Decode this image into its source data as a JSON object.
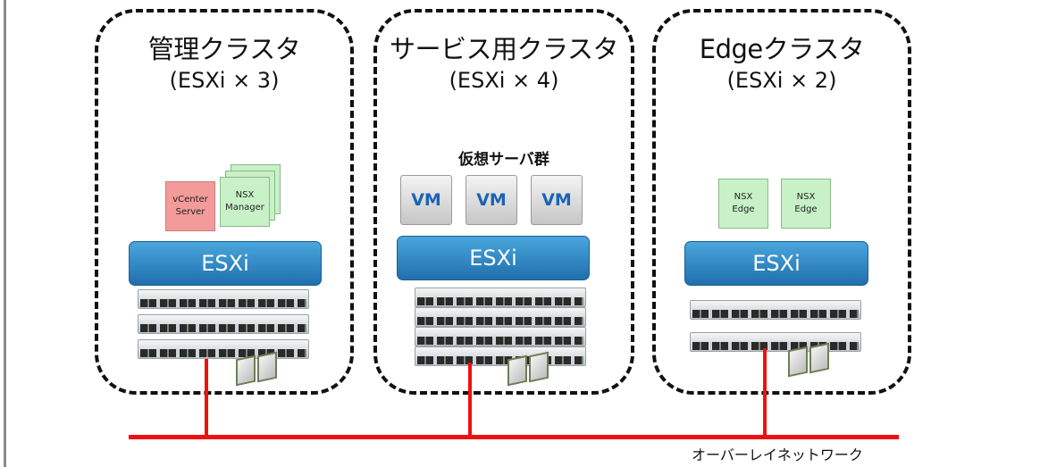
{
  "clusters": [
    {
      "title": "管理クラスタ",
      "subtitle": "(ESXi × 3)",
      "esxi": "ESXi",
      "vms": [
        {
          "label": "vCenter\nServer"
        },
        {
          "label": "NSX\nManager"
        }
      ]
    },
    {
      "title": "サービス用クラスタ",
      "subtitle": "(ESXi × 4)",
      "esxi": "ESXi",
      "vm_group_label": "仮想サーバ群",
      "vms": [
        {
          "label": "VM"
        },
        {
          "label": "VM"
        },
        {
          "label": "VM"
        }
      ]
    },
    {
      "title": "Edgeクラスタ",
      "subtitle": "(ESXi × 2)",
      "esxi": "ESXi",
      "vms": [
        {
          "label": "NSX\nEdge"
        },
        {
          "label": "NSX\nEdge"
        }
      ]
    }
  ],
  "network": {
    "label": "オーバーレイネットワーク",
    "color": "#ee1111"
  },
  "colors": {
    "esxi": "#2b84c6",
    "vm_text": "#1c63b5",
    "vcenter": "#f39a9a",
    "nsx": "#c8f1c8"
  }
}
